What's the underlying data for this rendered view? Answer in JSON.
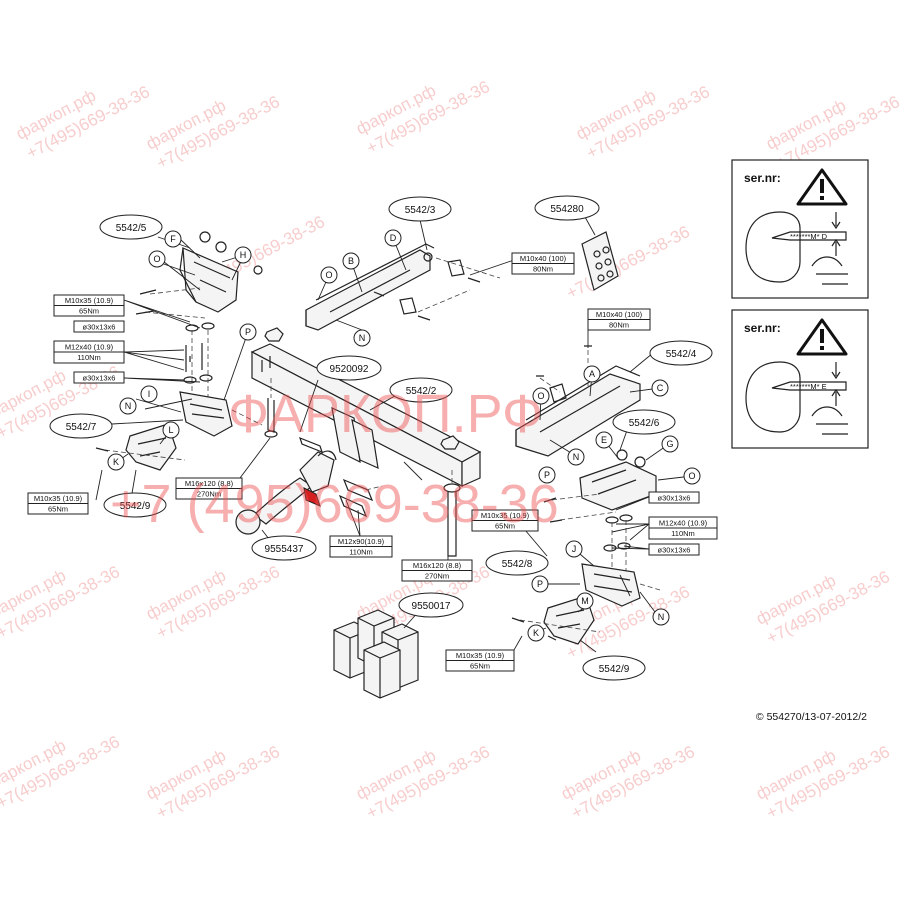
{
  "part_labels": {
    "p5542_5": "5542/5",
    "p5542_3": "5542/3",
    "p554280": "554280",
    "p5542_4": "5542/4",
    "p5542_6": "5542/6",
    "p5542_2": "5542/2",
    "p9520092": "9520092",
    "p5542_7": "5542/7",
    "p5542_9a": "5542/9",
    "p9555437": "9555437",
    "p5542_8": "5542/8",
    "p9550017": "9550017",
    "p5542_9b": "5542/9"
  },
  "callouts": {
    "O1": "O",
    "F": "F",
    "H": "H",
    "P1": "P",
    "I": "I",
    "N1": "N",
    "L": "L",
    "K1": "K",
    "B": "B",
    "D": "D",
    "O2": "O",
    "N2": "N",
    "A": "A",
    "C": "C",
    "O3": "O",
    "N3": "N",
    "E": "E",
    "G": "G",
    "O4": "O",
    "J": "J",
    "P2": "P",
    "M": "M",
    "N4": "N",
    "K2": "K",
    "P3": "P"
  },
  "specs": {
    "s1": [
      "M10x35 (10.9)",
      "65Nm"
    ],
    "s2": [
      "ø30x13x6"
    ],
    "s3": [
      "M12x40 (10.9)",
      "110Nm"
    ],
    "s4": [
      "ø30x13x6"
    ],
    "s5": [
      "M10x35 (10.9)",
      "65Nm"
    ],
    "s6": [
      "M16x120 (8.8)",
      "270Nm"
    ],
    "s7": [
      "M12x90(10.9)",
      "110Nm"
    ],
    "s8": [
      "M16x120 (8.8)",
      "270Nm"
    ],
    "s9": [
      "M10x40 (100)",
      "80Nm"
    ],
    "s10": [
      "M10x40 (100)",
      "80Nm"
    ],
    "s11": [
      "ø30x13x6"
    ],
    "s12": [
      "M10x35 (10.9)",
      "65Nm"
    ],
    "s13": [
      "M12x40 (10.9)",
      "110Nm"
    ],
    "s14": [
      "ø30x13x6"
    ],
    "s15": [
      "M10x35 (10.9)",
      "65Nm"
    ]
  },
  "serial_boxes": {
    "top": {
      "label": "ser.nr:",
      "code": "*******M* D"
    },
    "bottom": {
      "label": "ser.nr:",
      "code": "*******M* E"
    }
  },
  "copyright": "© 554270/13-07-2012/2",
  "watermark": {
    "site": "фаркоп.рф",
    "phone_small": "+7(495)669-38-36",
    "big_word": "ФАРКОП.РФ",
    "big_phone": "+7 (495)669-38-36"
  },
  "colors": {
    "line": "#222222",
    "watermark_light": "#f2a3a3",
    "watermark_strong": "#ee4d4d",
    "highlight_red": "#d62020"
  }
}
